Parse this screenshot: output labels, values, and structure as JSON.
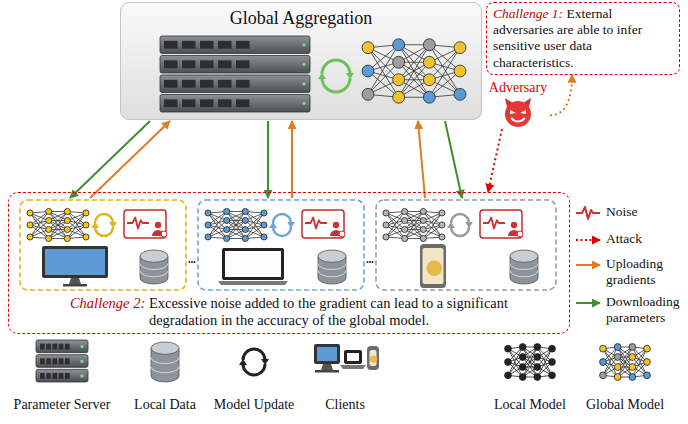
{
  "diagram": {
    "nodes": [
      {
        "text": [
          "Global Aggregation"
        ]
      },
      {
        "text": [
          "Challenge 1:",
          "External adversaries are able to infer sensitive user data characteristics."
        ]
      },
      {
        "text": [
          "Adversary"
        ]
      },
      {
        "text": [
          "Challenge 2:",
          "Excessive noise added to the gradient can lead to a significant degradation in the accuracy of the global model."
        ]
      }
    ],
    "edges": [
      {
        "from": 2,
        "to": 1,
        "arrow": "to"
      },
      {
        "from": 2,
        "to": 3,
        "arrow": "to"
      }
    ],
    "legend": [
      {
        "text": "Noise"
      },
      {
        "text": "Attack"
      },
      {
        "text": "Uploading gradients"
      },
      {
        "text": "Downloading parameters"
      },
      {
        "text": "Parameter Server"
      },
      {
        "text": "Local Data"
      },
      {
        "text": "Model Update"
      },
      {
        "text": "Clients"
      },
      {
        "text": "Local Model"
      },
      {
        "text": "Global Model"
      }
    ]
  }
}
